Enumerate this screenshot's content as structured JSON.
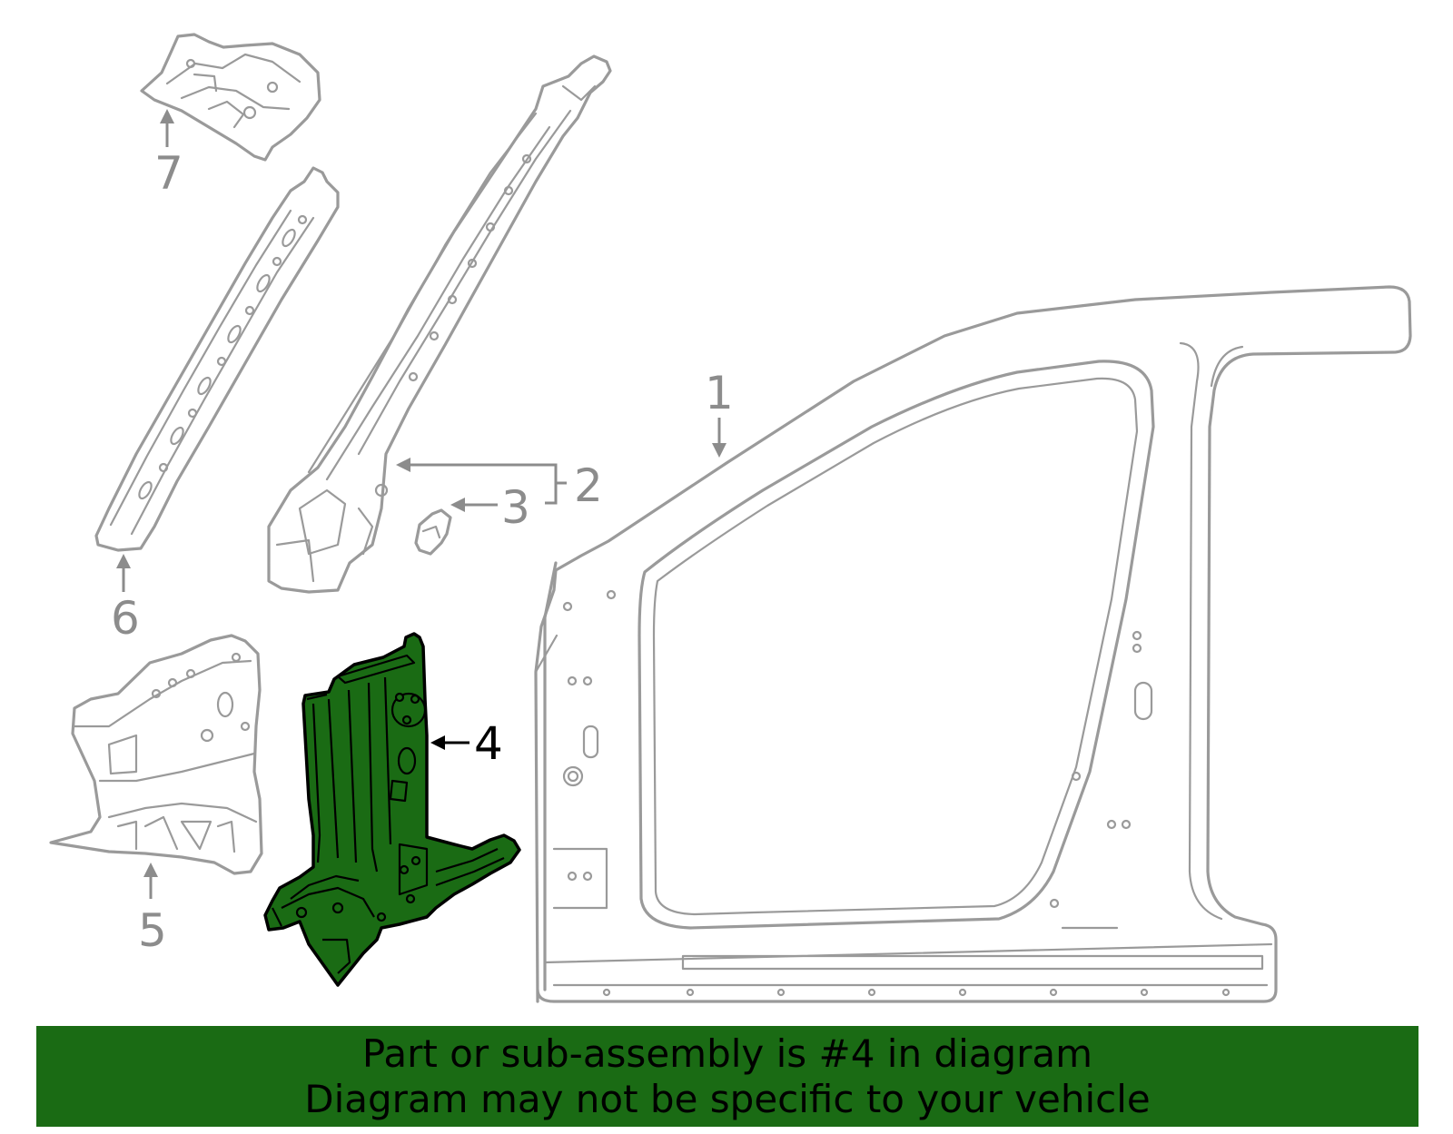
{
  "diagram": {
    "callouts": [
      "1",
      "2",
      "3",
      "4",
      "5",
      "6",
      "7"
    ],
    "highlighted_part": "4"
  },
  "banner": {
    "line1": "Part or sub-assembly is #4 in diagram",
    "line2": "Diagram may not be specific to your vehicle"
  },
  "colors": {
    "highlight": "#1a6b14",
    "parts": "#9a9a9a",
    "banner_background": "#1a6b14"
  }
}
